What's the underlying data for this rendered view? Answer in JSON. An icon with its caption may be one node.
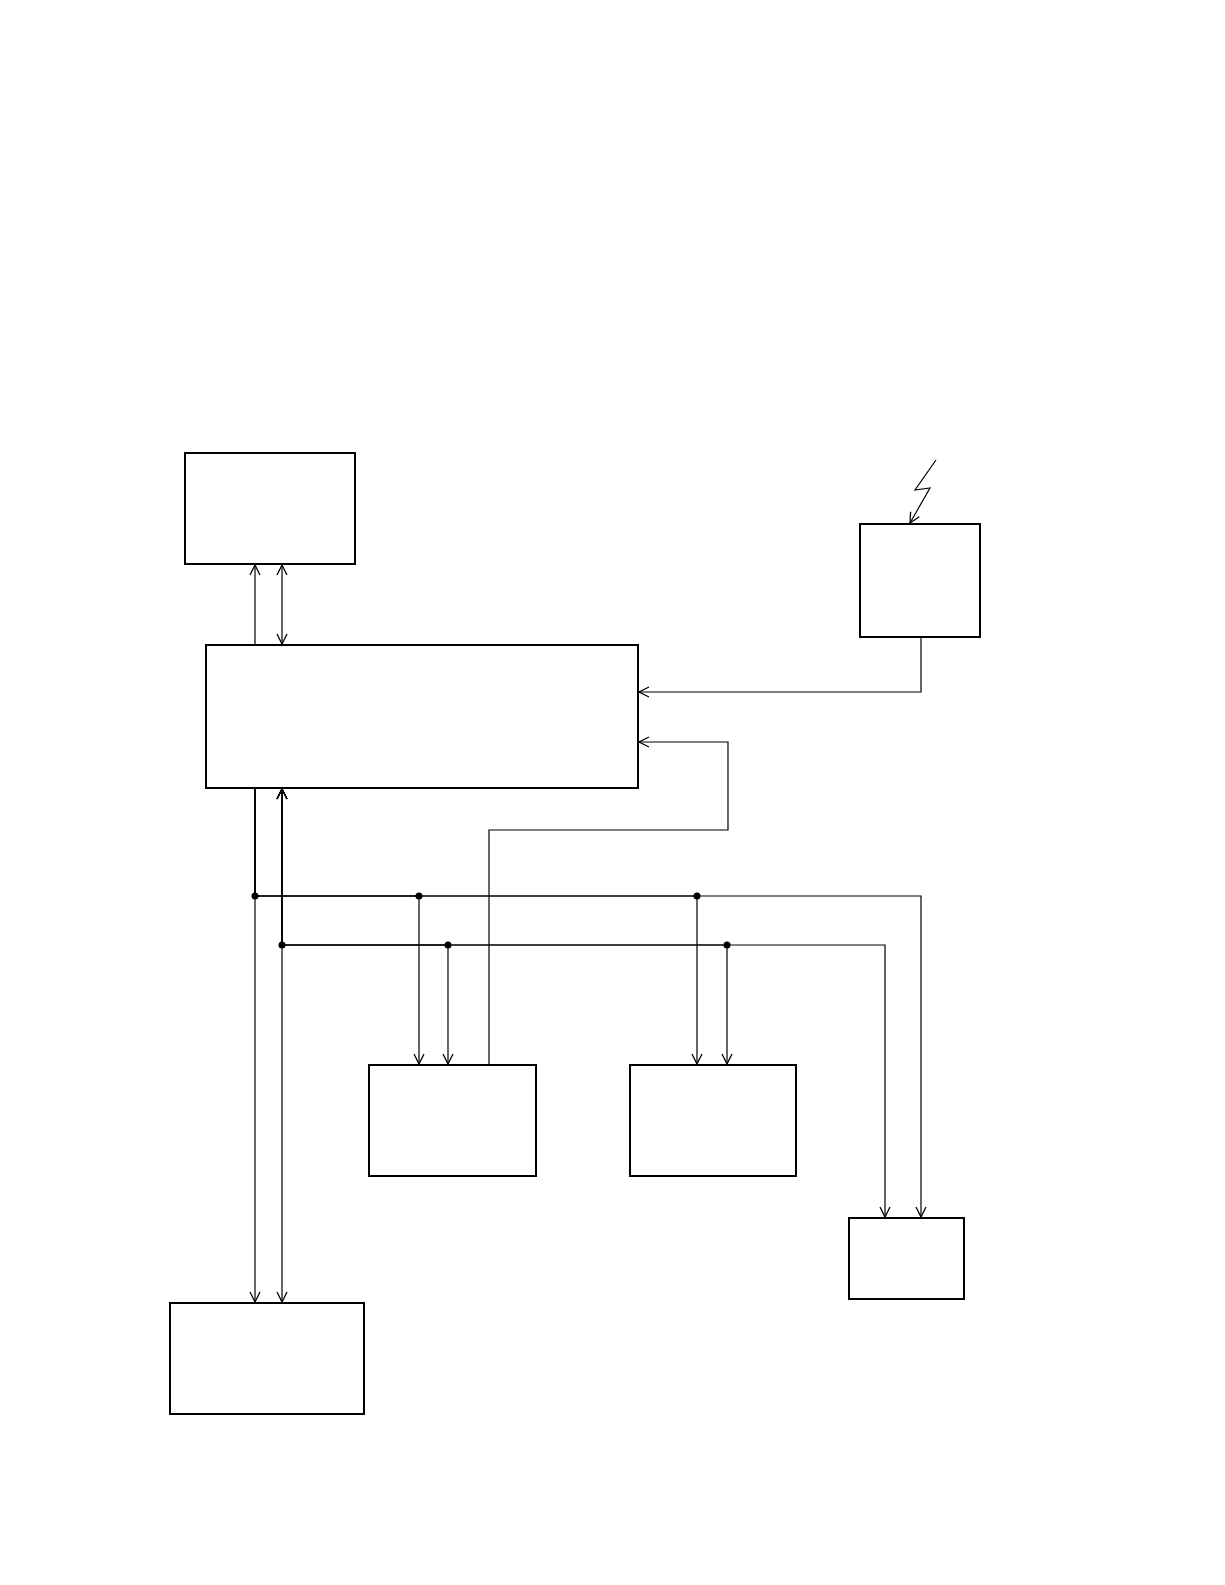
{
  "diagram": {
    "nodes": [
      {
        "text": [],
        "shape": "box"
      },
      {
        "text": [],
        "shape": "box"
      },
      {
        "text": [],
        "shape": "box"
      },
      {
        "text": [],
        "shape": "box"
      },
      {
        "text": [],
        "shape": "box"
      },
      {
        "text": [],
        "shape": "box"
      },
      {
        "text": [],
        "shape": "box"
      }
    ],
    "edges": [
      {
        "from": 1,
        "to": 0,
        "arrow": "to"
      },
      {
        "from": 0,
        "to": 1,
        "arrow": "both"
      },
      {
        "from": null,
        "to": 2,
        "arrow": "to"
      },
      {
        "from": 2,
        "to": 1,
        "arrow": "to"
      },
      {
        "from": 3,
        "to": 1,
        "arrow": "to"
      },
      {
        "from": 1,
        "to": 6,
        "arrow": "to"
      },
      {
        "from": 1,
        "to": 3,
        "arrow": "to"
      },
      {
        "from": 1,
        "to": 4,
        "arrow": "to"
      },
      {
        "from": 1,
        "to": 5,
        "arrow": "to"
      },
      {
        "from": 1,
        "to": 6,
        "arrow": "both"
      },
      {
        "from": 1,
        "to": 3,
        "arrow": "both"
      },
      {
        "from": 1,
        "to": 4,
        "arrow": "both"
      },
      {
        "from": 1,
        "to": 5,
        "arrow": "both"
      }
    ]
  }
}
